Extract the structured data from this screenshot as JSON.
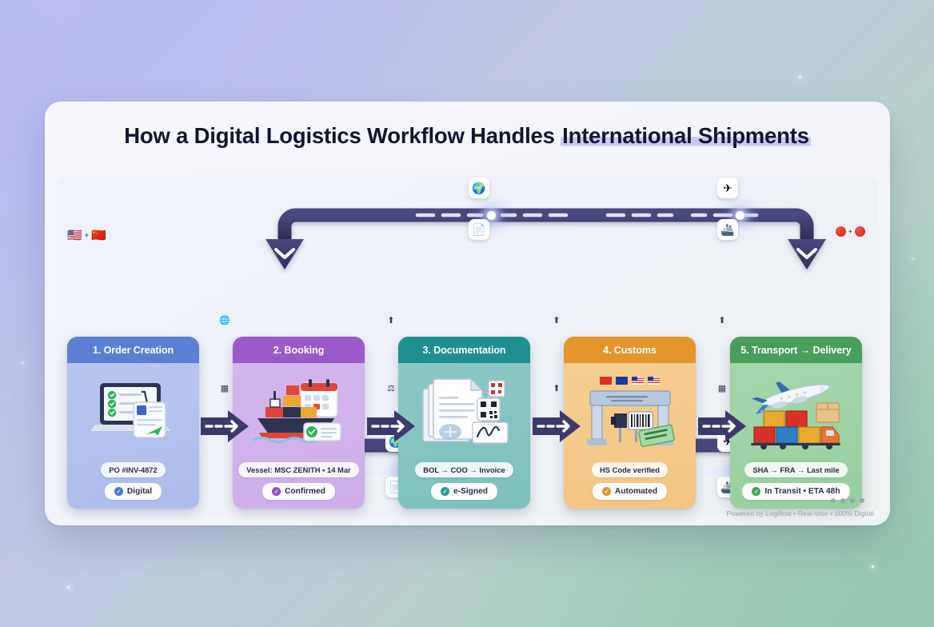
{
  "page": {
    "title_main": "How a Digital Logistics Workflow Handles ",
    "title_highlight": "International Shipments",
    "footer": "Powered by Logiflow  •  Real-time  •  100% Digital"
  },
  "colors": {
    "navy": "#3b3a6b",
    "stage1": "#5b7fd4",
    "stage2": "#9b59c9",
    "stage3": "#1f8f8f",
    "stage4": "#e3952b",
    "stage5": "#4a9e5c"
  },
  "stages": [
    {
      "header": "1. Order Creation",
      "detail": "PO #INV-4872",
      "status": "Digital",
      "status_icon": "check-circle-icon",
      "art_icon": "laptop-order-icon"
    },
    {
      "header": "2. Booking",
      "detail": "Vessel: MSC ZENITH • 14 Mar",
      "status": "Confirmed",
      "status_icon": "check-circle-icon",
      "art_icon": "container-ship-icon"
    },
    {
      "header": "3. Documentation",
      "detail": "BOL → COO → Invoice",
      "status": "e-Signed",
      "status_icon": "check-circle-icon",
      "art_icon": "documents-signature-icon"
    },
    {
      "header": "4. Customs",
      "detail": "HS Code verified",
      "status": "Automated",
      "status_icon": "check-circle-icon",
      "art_icon": "customs-scanner-icon"
    },
    {
      "header": "5. Transport → Delivery",
      "detail": "SHA → FRA → Last mile",
      "status": "In Transit • ETA 48h",
      "status_icon": "check-circle-icon",
      "art_icon": "plane-truck-containers-icon"
    }
  ],
  "connector_badges": {
    "top": [
      {
        "icon": "globe-icon",
        "glyph": "🌍"
      },
      {
        "icon": "document-lines-icon",
        "glyph": "📄"
      },
      {
        "icon": "airplane-icon",
        "glyph": "✈"
      },
      {
        "icon": "ship-icon",
        "glyph": "🚢"
      }
    ],
    "bottom": [
      {
        "icon": "globe-icon",
        "glyph": "🌍"
      },
      {
        "icon": "document-lines-icon",
        "glyph": "📄"
      },
      {
        "icon": "airplane-icon",
        "glyph": "✈"
      },
      {
        "icon": "ship-icon",
        "glyph": "🚢"
      }
    ]
  },
  "flag_pairs": [
    {
      "from": "us-flag-icon",
      "to": "cn-flag-icon",
      "sep": "+"
    },
    {
      "from": "us-flag-icon",
      "to": "cn-flag-icon",
      "sep": "+"
    }
  ],
  "mid_arrow_side_icons": [
    "globe-icon",
    "barcode-icon",
    "upload-icon",
    "scan-icon"
  ],
  "pager_dots": 4
}
